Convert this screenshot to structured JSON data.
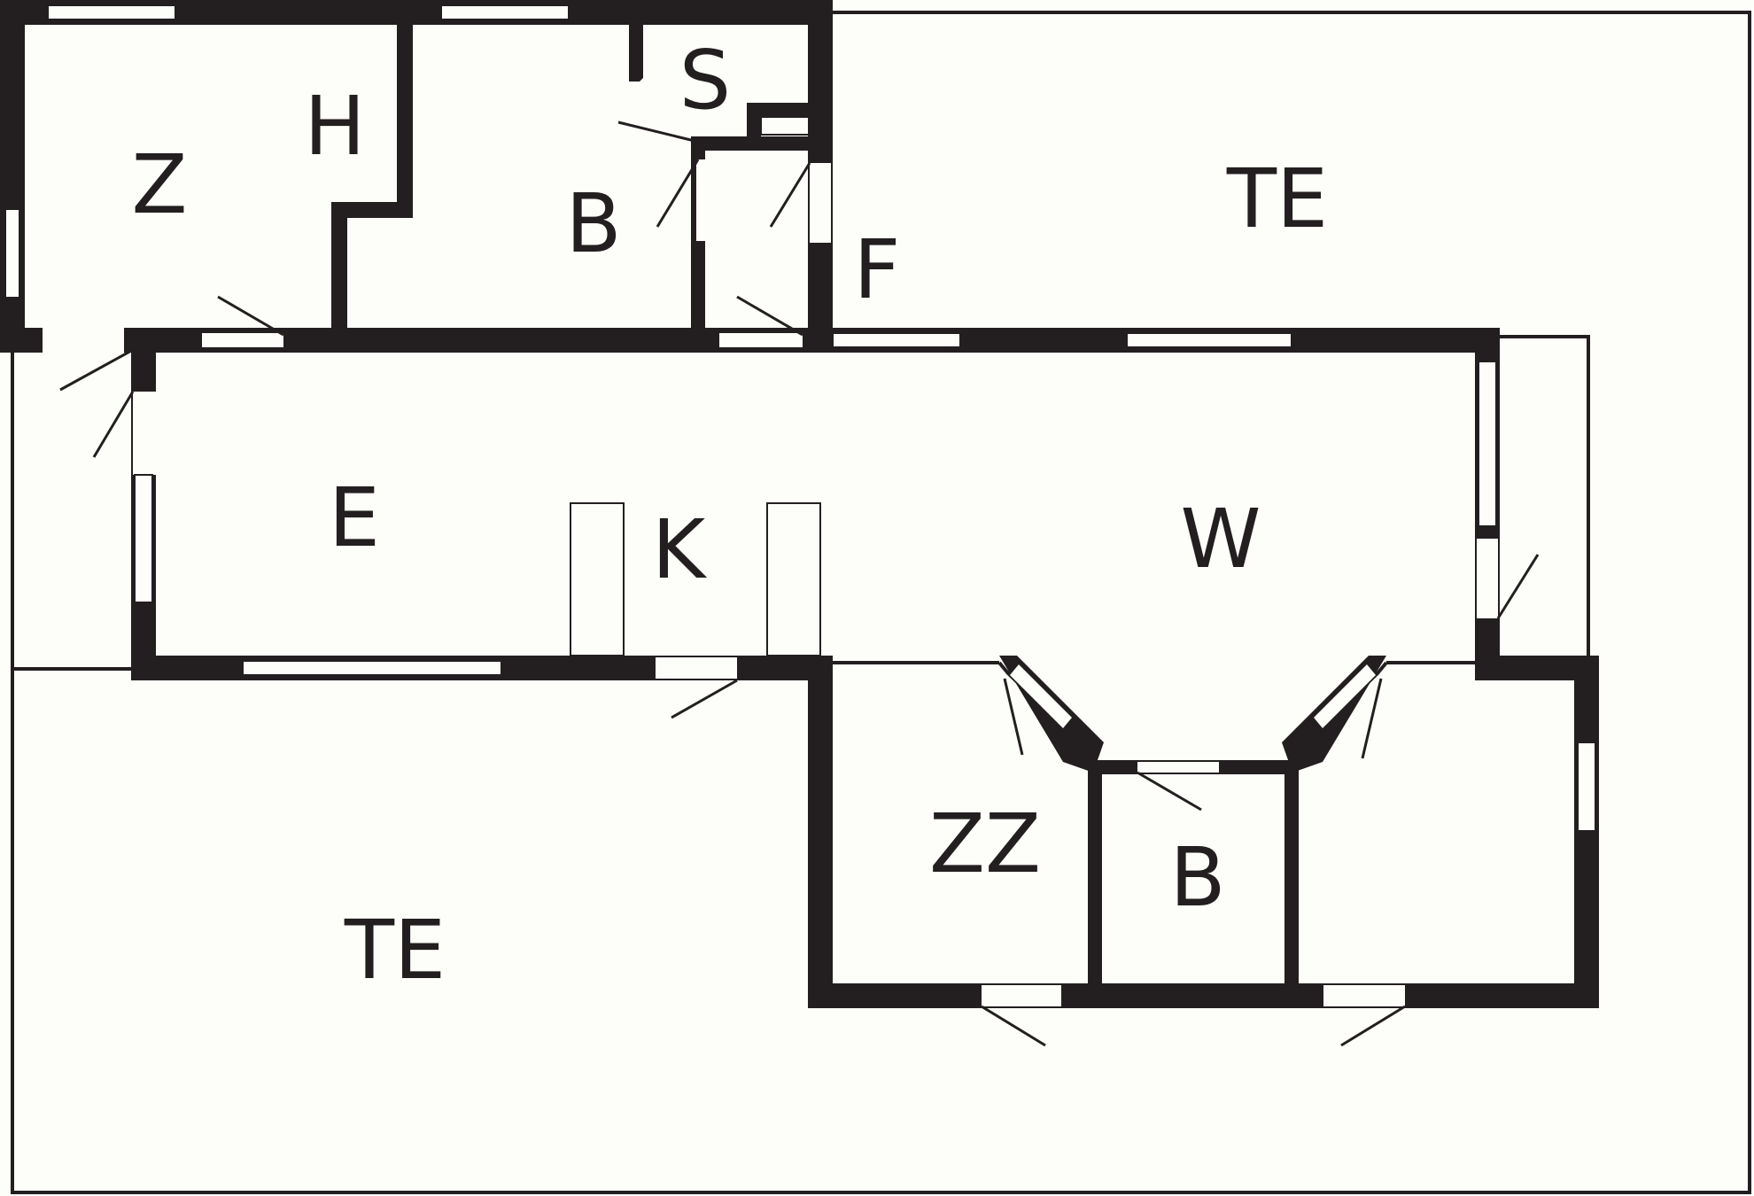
{
  "rooms": {
    "z": "Z",
    "h": "H",
    "s": "S",
    "b_top": "B",
    "f": "F",
    "te_top": "TE",
    "e": "E",
    "k": "K",
    "w": "W",
    "zz": "ZZ",
    "b_bottom": "B",
    "te_bottom": "TE"
  },
  "colors": {
    "wall": "#231f20",
    "background": "#fdfdf9"
  }
}
